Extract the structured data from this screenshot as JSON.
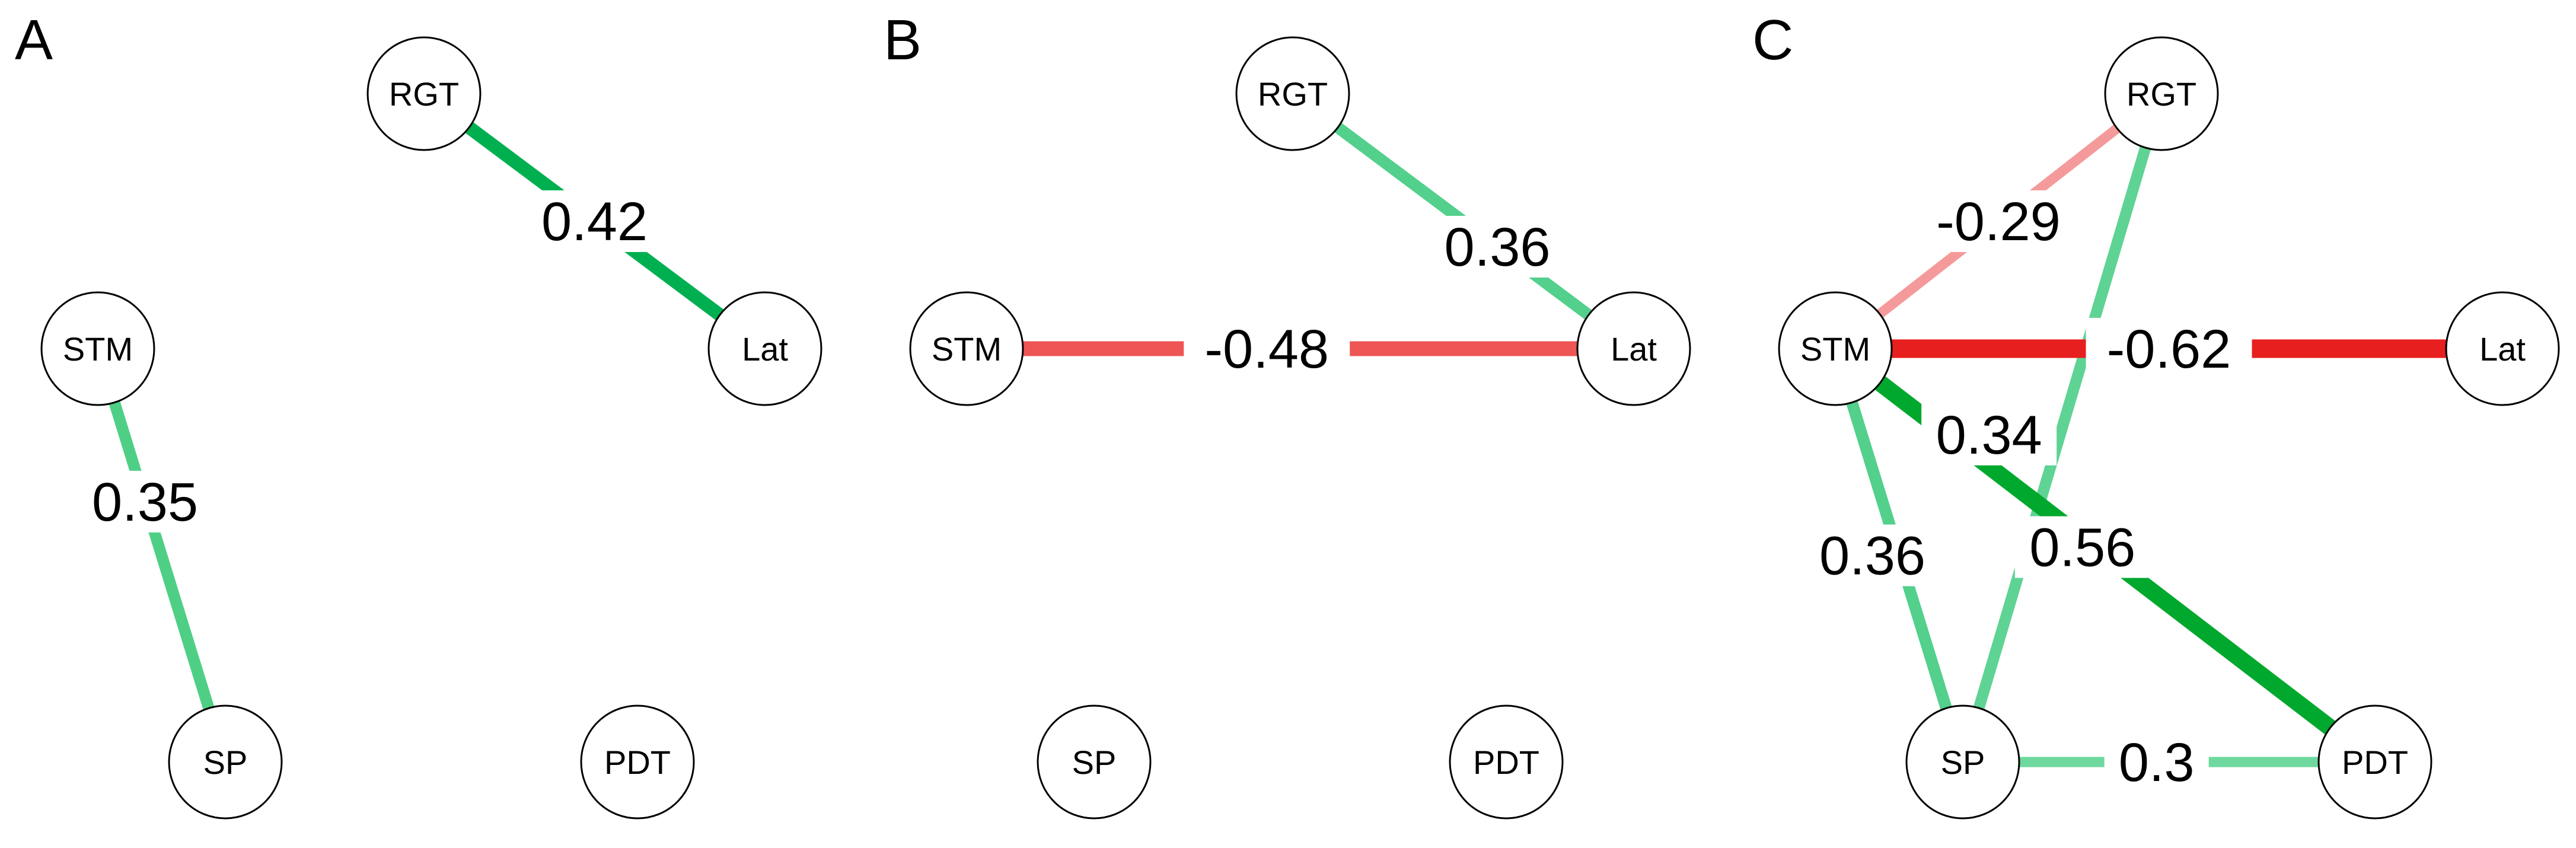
{
  "panels": [
    {
      "label": "A",
      "edges": [
        {
          "from": "RGT",
          "to": "Lat",
          "weight": 0.42,
          "label": "0.42",
          "color": "#00b050"
        },
        {
          "from": "STM",
          "to": "SP",
          "weight": 0.35,
          "label": "0.35",
          "color": "#4fcf86"
        }
      ]
    },
    {
      "label": "B",
      "edges": [
        {
          "from": "RGT",
          "to": "Lat",
          "weight": 0.36,
          "label": "0.36",
          "color": "#52d08c"
        },
        {
          "from": "STM",
          "to": "Lat",
          "weight": -0.48,
          "label": "-0.48",
          "color": "#ee5555"
        }
      ]
    },
    {
      "label": "C",
      "edges": [
        {
          "from": "RGT",
          "to": "STM",
          "weight": -0.29,
          "label": "-0.29",
          "color": "#f59a9a"
        },
        {
          "from": "RGT",
          "to": "SP",
          "weight": 0.34,
          "label": "0.34",
          "color": "#5ed394"
        },
        {
          "from": "STM",
          "to": "Lat",
          "weight": -0.62,
          "label": "-0.62",
          "color": "#e81f1f"
        },
        {
          "from": "STM",
          "to": "SP",
          "weight": 0.36,
          "label": "0.36",
          "color": "#52d08c"
        },
        {
          "from": "STM",
          "to": "PDT",
          "weight": 0.56,
          "label": "0.56",
          "color": "#00a82d"
        },
        {
          "from": "SP",
          "to": "PDT",
          "weight": 0.3,
          "label": "0.3",
          "color": "#6fd89e"
        }
      ]
    }
  ],
  "nodes": [
    "RGT",
    "STM",
    "Lat",
    "SP",
    "PDT"
  ]
}
